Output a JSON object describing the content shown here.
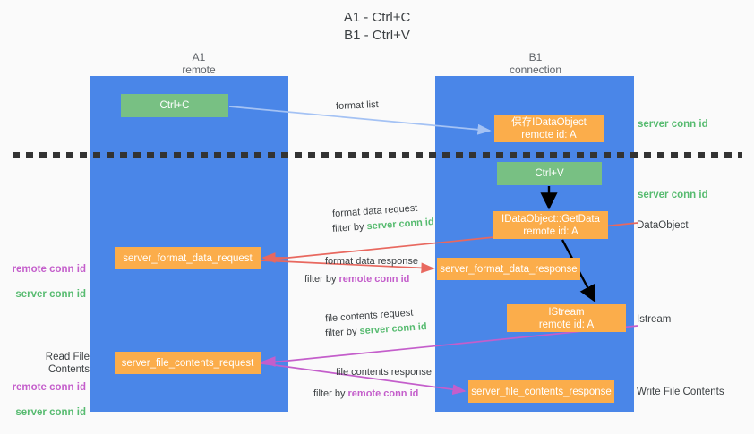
{
  "title": "A1 - Ctrl+C\nB1 - Ctrl+V",
  "columns": {
    "left": {
      "name": "A1",
      "role": "remote",
      "header": "A1\nremote"
    },
    "right": {
      "name": "B1",
      "role": "connection",
      "header": "B1\nconnection"
    }
  },
  "nodes": {
    "ctrl_c": "Ctrl+C",
    "idataobject": "保存IDataObject\nremote id: A",
    "ctrl_v": "Ctrl+V",
    "getdata": "IDataObject::GetData\nremote id: A",
    "server_format_data_request": "server_format_data_request",
    "server_format_data_response": "server_format_data_response",
    "istream": "IStream\nremote id: A",
    "server_file_contents_request": "server_file_contents_request",
    "server_file_contents_response": "server_file_contents_response"
  },
  "right_labels": {
    "server_conn_id_1": "server conn id",
    "server_conn_id_2": "server conn id",
    "dataobject": "DataObject",
    "istream": "Istream",
    "write_file_contents": "Write File Contents"
  },
  "left_labels": {
    "remote_conn_id_1": "remote conn id",
    "server_conn_id_1": "server conn id",
    "read_file_contents": "Read File Contents",
    "remote_conn_id_2": "remote conn id",
    "server_conn_id_2": "server conn id"
  },
  "edges": {
    "format_list": "format list",
    "format_data_request": "format data request",
    "format_data_request_filter_prefix": "filter by ",
    "format_data_request_filter_key": "server conn id",
    "format_data_response": "format data response",
    "format_data_response_filter_prefix": "filter by ",
    "format_data_response_filter_key": "remote conn id",
    "file_contents_request": "file contents request",
    "file_contents_request_filter_prefix": "filter by ",
    "file_contents_request_filter_key": "server conn id",
    "file_contents_response": "file contents response",
    "file_contents_response_filter_prefix": "filter by ",
    "file_contents_response_filter_key": "remote conn id"
  },
  "colors": {
    "panel_blue": "#4a86e8",
    "node_green": "#78c083",
    "node_orange": "#fbad4b",
    "label_green": "#57bb70",
    "label_purple": "#c45ecb",
    "arrow_lightblue": "#a4c2f4",
    "arrow_red": "#e8685f",
    "arrow_magenta": "#c45ecb",
    "arrow_black": "#000000",
    "background": "#fafafa"
  }
}
